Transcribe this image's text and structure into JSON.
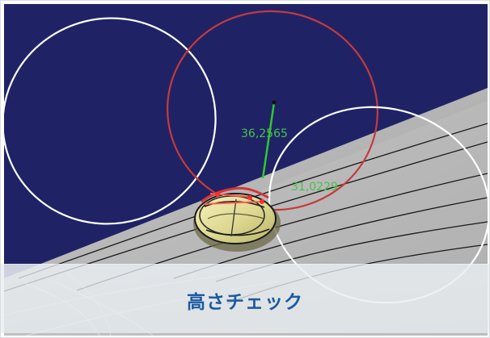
{
  "caption": {
    "text": "高さチェック"
  },
  "scene": {
    "measurement_1": "36,2565",
    "measurement_2": "31,0229",
    "colors": {
      "background": "#1f2366",
      "surface": "#b8b8b8",
      "curve_highlight": "#d63232",
      "measurement_green": "#48c14a",
      "caption_text": "#1b5aa0"
    }
  },
  "icons": {
    "part": "oval-knob-icon",
    "white_outline": "white-circle-marker",
    "red_outline": "red-circle-marker"
  }
}
